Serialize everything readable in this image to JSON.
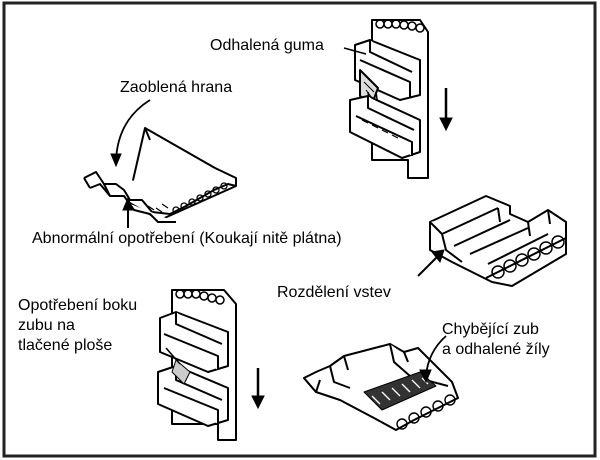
{
  "labels": {
    "exposed_rubber": "Odhalená guma",
    "rounded_edge": "Zaoblená hrana",
    "abnormal_wear": "Abnormální opotřebení (Koukají nitě plátna)",
    "layer_separation": "Rozdělení vstev",
    "flank_wear": [
      "Opotřebení boku",
      "zubu na",
      "tlačené ploše"
    ],
    "missing_tooth": [
      "Chybějící zub",
      "a odhalené žíly"
    ]
  },
  "colors": {
    "ink": "#000000",
    "paper": "#ffffff",
    "frame": "#222222"
  }
}
